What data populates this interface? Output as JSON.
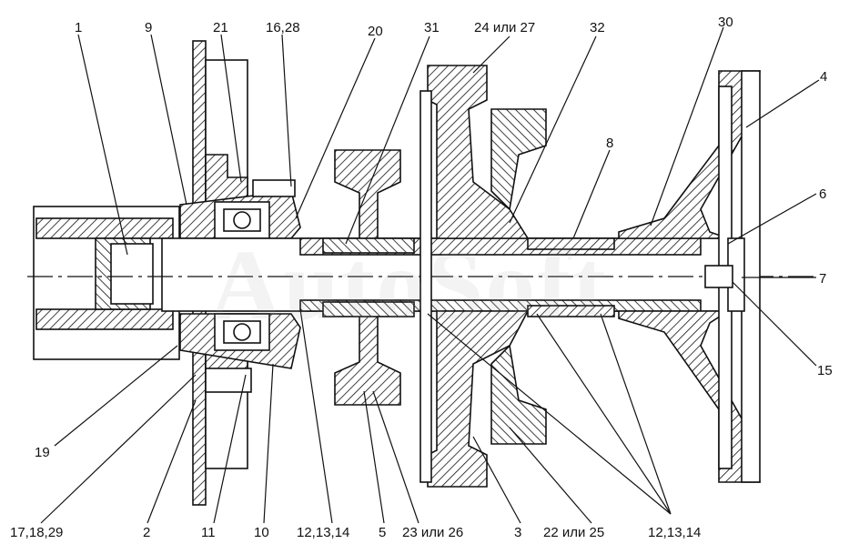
{
  "watermark": "AutoSoft",
  "labels": {
    "l1": "1",
    "l9": "9",
    "l21": "21",
    "l16_28": "16,28",
    "l20": "20",
    "l31": "31",
    "l24": "24 или 27",
    "l32": "32",
    "l30": "30",
    "l4": "4",
    "l8": "8",
    "l6": "6",
    "l7": "7",
    "l15": "15",
    "l19": "19",
    "l17": "17,18,29",
    "l2": "2",
    "l11": "11",
    "l10": "10",
    "l12a": "12,13,14",
    "l5": "5",
    "l23": "23 или 26",
    "l3": "3",
    "l22": "22 или 25",
    "l12b": "12,13,14"
  },
  "colors": {
    "line": "#111111",
    "background": "#ffffff"
  }
}
